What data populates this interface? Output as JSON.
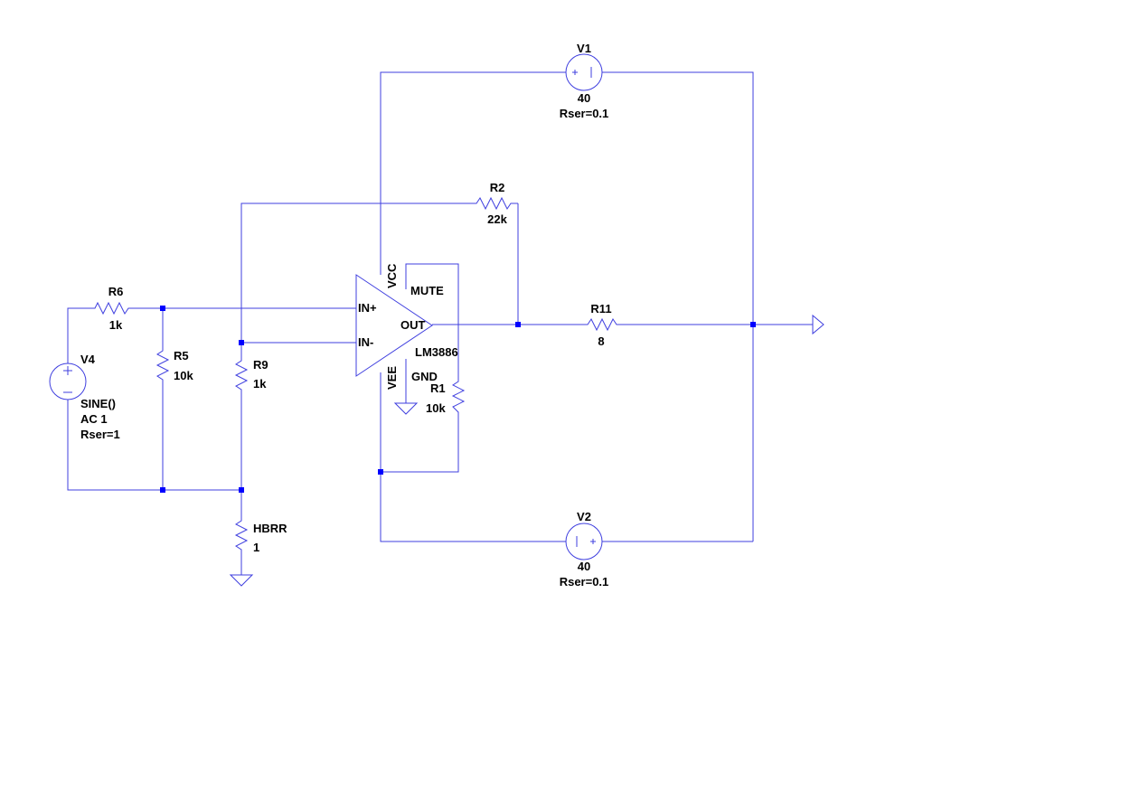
{
  "schematic": {
    "parts": {
      "v1": {
        "name": "V1",
        "value": "40",
        "extra": "Rser=0.1"
      },
      "v2": {
        "name": "V2",
        "value": "40",
        "extra": "Rser=0.1"
      },
      "v4": {
        "name": "V4",
        "func": "SINE()",
        "ac": "AC 1",
        "extra": "Rser=1"
      },
      "r1": {
        "name": "R1",
        "value": "10k"
      },
      "r2": {
        "name": "R2",
        "value": "22k"
      },
      "r5": {
        "name": "R5",
        "value": "10k"
      },
      "r6": {
        "name": "R6",
        "value": "1k"
      },
      "r9": {
        "name": "R9",
        "value": "1k"
      },
      "r11": {
        "name": "R11",
        "value": "8"
      },
      "hbrr": {
        "name": "HBRR",
        "value": "1"
      }
    },
    "opamp": {
      "model": "LM3886",
      "pins": {
        "in_plus": "IN+",
        "in_minus": "IN-",
        "out": "OUT",
        "vcc": "VCC",
        "vee": "VEE",
        "mute": "MUTE",
        "gnd": "GND"
      }
    },
    "colors": {
      "wire": "#3f3fdf",
      "node": "#0000ff",
      "text": "#000000",
      "background": "#ffffff"
    }
  }
}
